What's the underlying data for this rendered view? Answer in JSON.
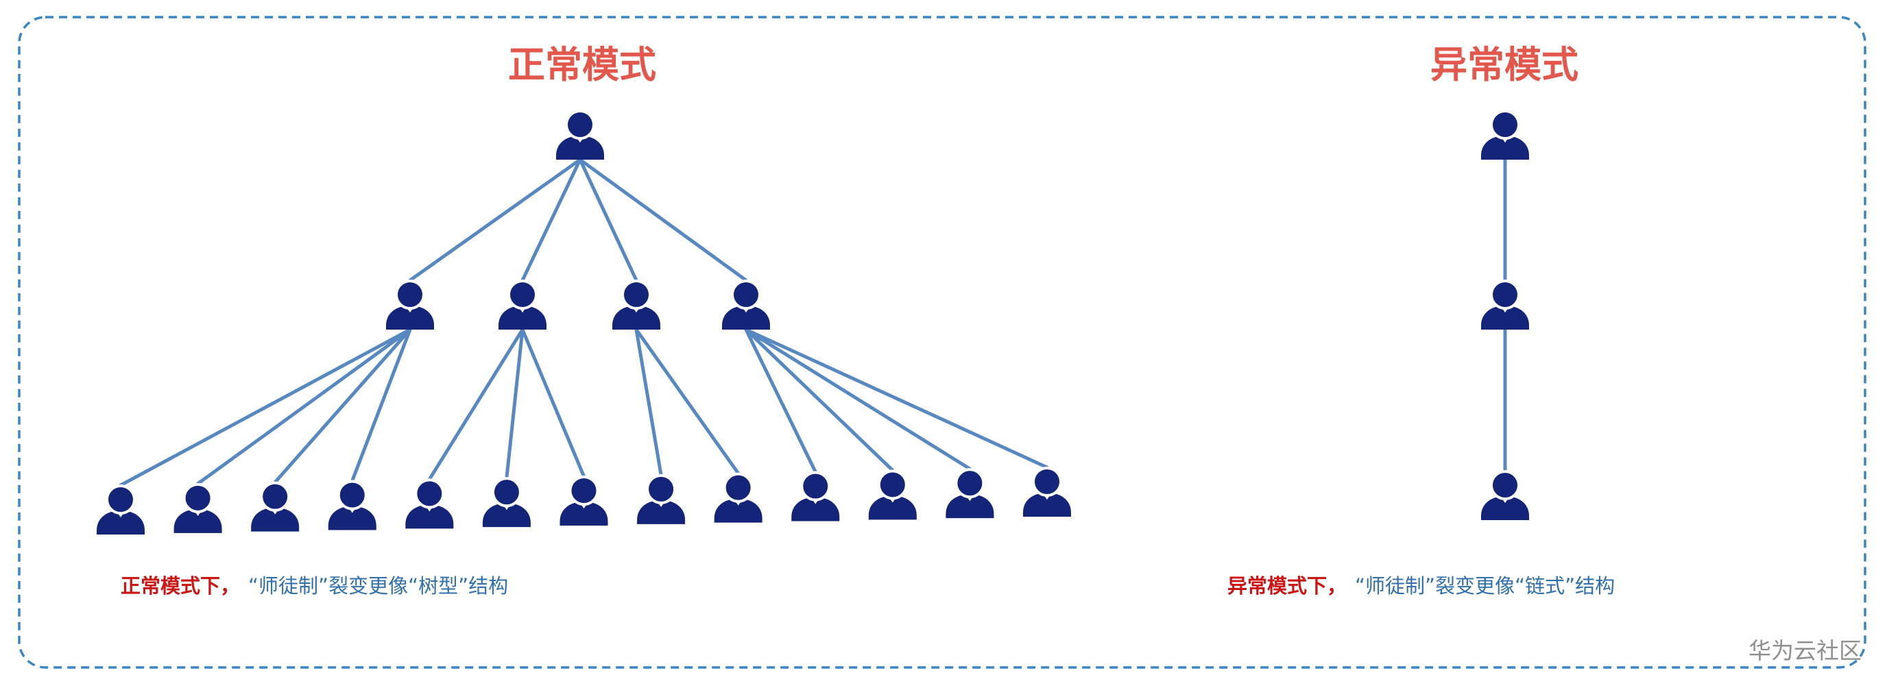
{
  "normal_mode": {
    "title": "正常模式",
    "caption": {
      "highlight": "正常模式下，",
      "text": "“师徒制”裂变更像“树型”结构"
    },
    "branches": [
      4,
      3,
      2,
      4
    ]
  },
  "abnormal_mode": {
    "title": "异常模式",
    "caption": {
      "highlight": "异常模式下，",
      "text": "“师徒制”裂变更像“链式”结构"
    },
    "chain_length": 3
  },
  "watermark": "华为云社区",
  "icons": {
    "node": "person-icon"
  },
  "colors": {
    "title": "#e2584c",
    "caption_highlight": "#cc1515",
    "caption_text": "#2f70ad",
    "node": "#142579",
    "connector": "#5788c0",
    "frame": "#3a86c4",
    "watermark": "#8f8f8f"
  }
}
